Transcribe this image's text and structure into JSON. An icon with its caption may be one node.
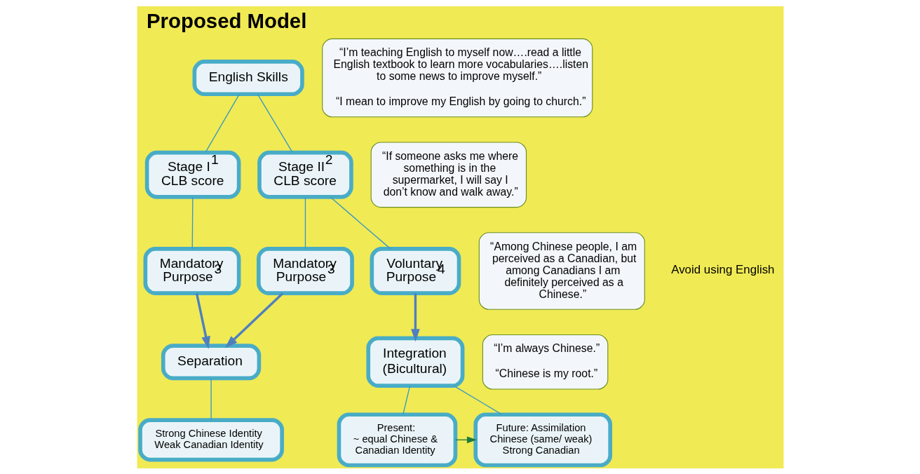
{
  "diagram": {
    "title": "Proposed Model",
    "nodes": [
      {
        "text": [
          "English Skills"
        ]
      },
      {
        "text": [
          "Stage I$^{1}$ CLB score"
        ]
      },
      {
        "text": [
          "Stage II$^{2}$ CLB score"
        ]
      },
      {
        "text": [
          "Mandatory Purpose$^{3}$"
        ]
      },
      {
        "text": [
          "Mandatory Purpose$^{3}$"
        ]
      },
      {
        "text": [
          "Voluntary Purpose$^{4}$"
        ]
      },
      {
        "text": [
          "Separation"
        ]
      },
      {
        "text": [
          "Integration (Bicultural)"
        ]
      },
      {
        "text": [
          "Strong Chinese Identity",
          "Weak Canadian Identity"
        ]
      },
      {
        "text": [
          "Present:",
          "~ equal Chinese & Canadian Identity"
        ]
      },
      {
        "text": [
          "Future: Assimilation",
          "Chinese (same/ weak)",
          "Strong Canadian"
        ]
      },
      {
        "text": [
          "“If someone asks me where something is in the supermarket, I will say I don’t know and walk away.”"
        ]
      },
      {
        "text": [
          "“I’m teaching English to myself now….read a little English textbook to learn more vocabularies….listen to some news to improve myself.”",
          "“I mean to improve my English by going to church.”"
        ]
      },
      {
        "text": [
          "“Among Chinese people, I am perceived as a Canadian, but among Canadians I am definitely perceived as a Chinese.”"
        ]
      },
      {
        "text": [
          "“I’m always Chinese.”",
          "“Chinese is my root.”"
        ]
      }
    ],
    "edges": [
      {
        "from": 0,
        "to": 1,
        "arrow": "none"
      },
      {
        "from": 0,
        "to": 2,
        "arrow": "none"
      },
      {
        "from": 1,
        "to": 3,
        "arrow": "none"
      },
      {
        "from": 2,
        "to": 4,
        "arrow": "none"
      },
      {
        "from": 2,
        "to": 5,
        "arrow": "none"
      },
      {
        "from": 3,
        "to": 6,
        "arrow": "to",
        "style": "thick",
        "color": "#4f7fc0"
      },
      {
        "from": 4,
        "to": 6,
        "arrow": "to",
        "style": "thick",
        "color": "#4f7fc0"
      },
      {
        "from": 5,
        "to": 7,
        "arrow": "to",
        "style": "thick",
        "color": "#4f7fc0"
      },
      {
        "from": 6,
        "to": 8,
        "arrow": "none"
      },
      {
        "from": 7,
        "to": 9,
        "arrow": "none"
      },
      {
        "from": 7,
        "to": 10,
        "arrow": "none"
      },
      {
        "from": 9,
        "to": 10,
        "arrow": "to",
        "color": "#217a3c"
      }
    ],
    "labels": [
      "Avoid using English"
    ]
  }
}
